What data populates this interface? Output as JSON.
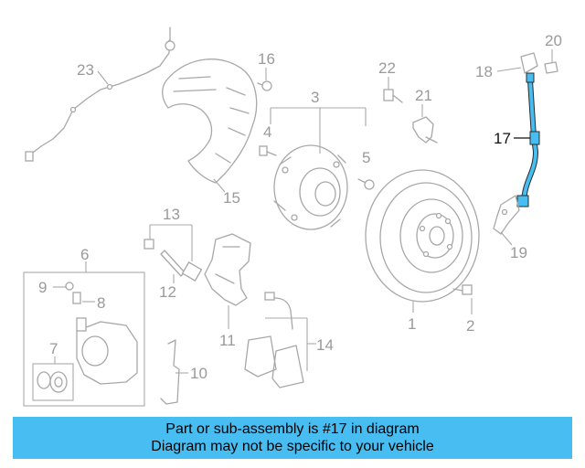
{
  "highlight_color": "#47bdf2",
  "highlight_part": "17",
  "labels": {
    "p1": "1",
    "p2": "2",
    "p3": "3",
    "p4": "4",
    "p5": "5",
    "p6": "6",
    "p7": "7",
    "p8": "8",
    "p9": "9",
    "p10": "10",
    "p11": "11",
    "p12": "12",
    "p13": "13",
    "p14": "14",
    "p15": "15",
    "p16": "16",
    "p17": "17",
    "p18": "18",
    "p19": "19",
    "p20": "20",
    "p21": "21",
    "p22": "22",
    "p23": "23"
  },
  "banner": {
    "line1": "Part or sub-assembly is #17 in diagram",
    "line2": "Diagram may not be specific to your vehicle"
  }
}
